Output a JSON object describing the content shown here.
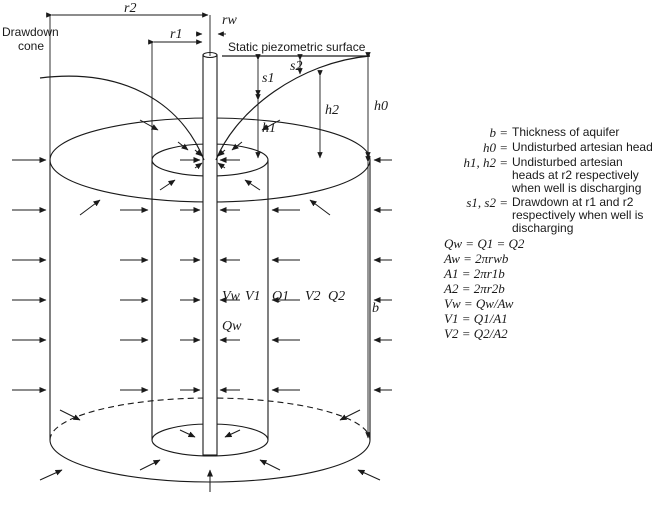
{
  "labels": {
    "drawdown_cone": [
      "Drawdown",
      "cone"
    ],
    "static_surface": "Static piezometric surface",
    "r2": "r2",
    "rw": "rw",
    "r1": "r1",
    "s1": "s1",
    "s2": "s2",
    "h0": "h0",
    "h1": "h1",
    "h2": "h2",
    "b": "b",
    "Vw": "Vw",
    "V1": "V1",
    "Q1": "Q1",
    "V2": "V2",
    "Q2": "Q2",
    "Qw": "Qw"
  },
  "legend": {
    "definitions": [
      {
        "symbol": "b =",
        "text": "Thickness of aquifer"
      },
      {
        "symbol": "h0 =",
        "text": "Undisturbed artesian head"
      },
      {
        "symbol": "h1, h2 =",
        "text": "Undisturbed artesian heads at r2 respectively when well is discharging"
      },
      {
        "symbol": "s1, s2 =",
        "text": "Drawdown at r1 and r2 respectively when well is discharging"
      }
    ],
    "equations": [
      "Qw = Q1 = Q2",
      "Aw = 2πrwb",
      "A1 = 2πr1b",
      "A2 = 2πr2b",
      "Vw = Qw/Aw",
      "V1 = Q1/A1",
      "V2 = Q2/A2"
    ]
  }
}
